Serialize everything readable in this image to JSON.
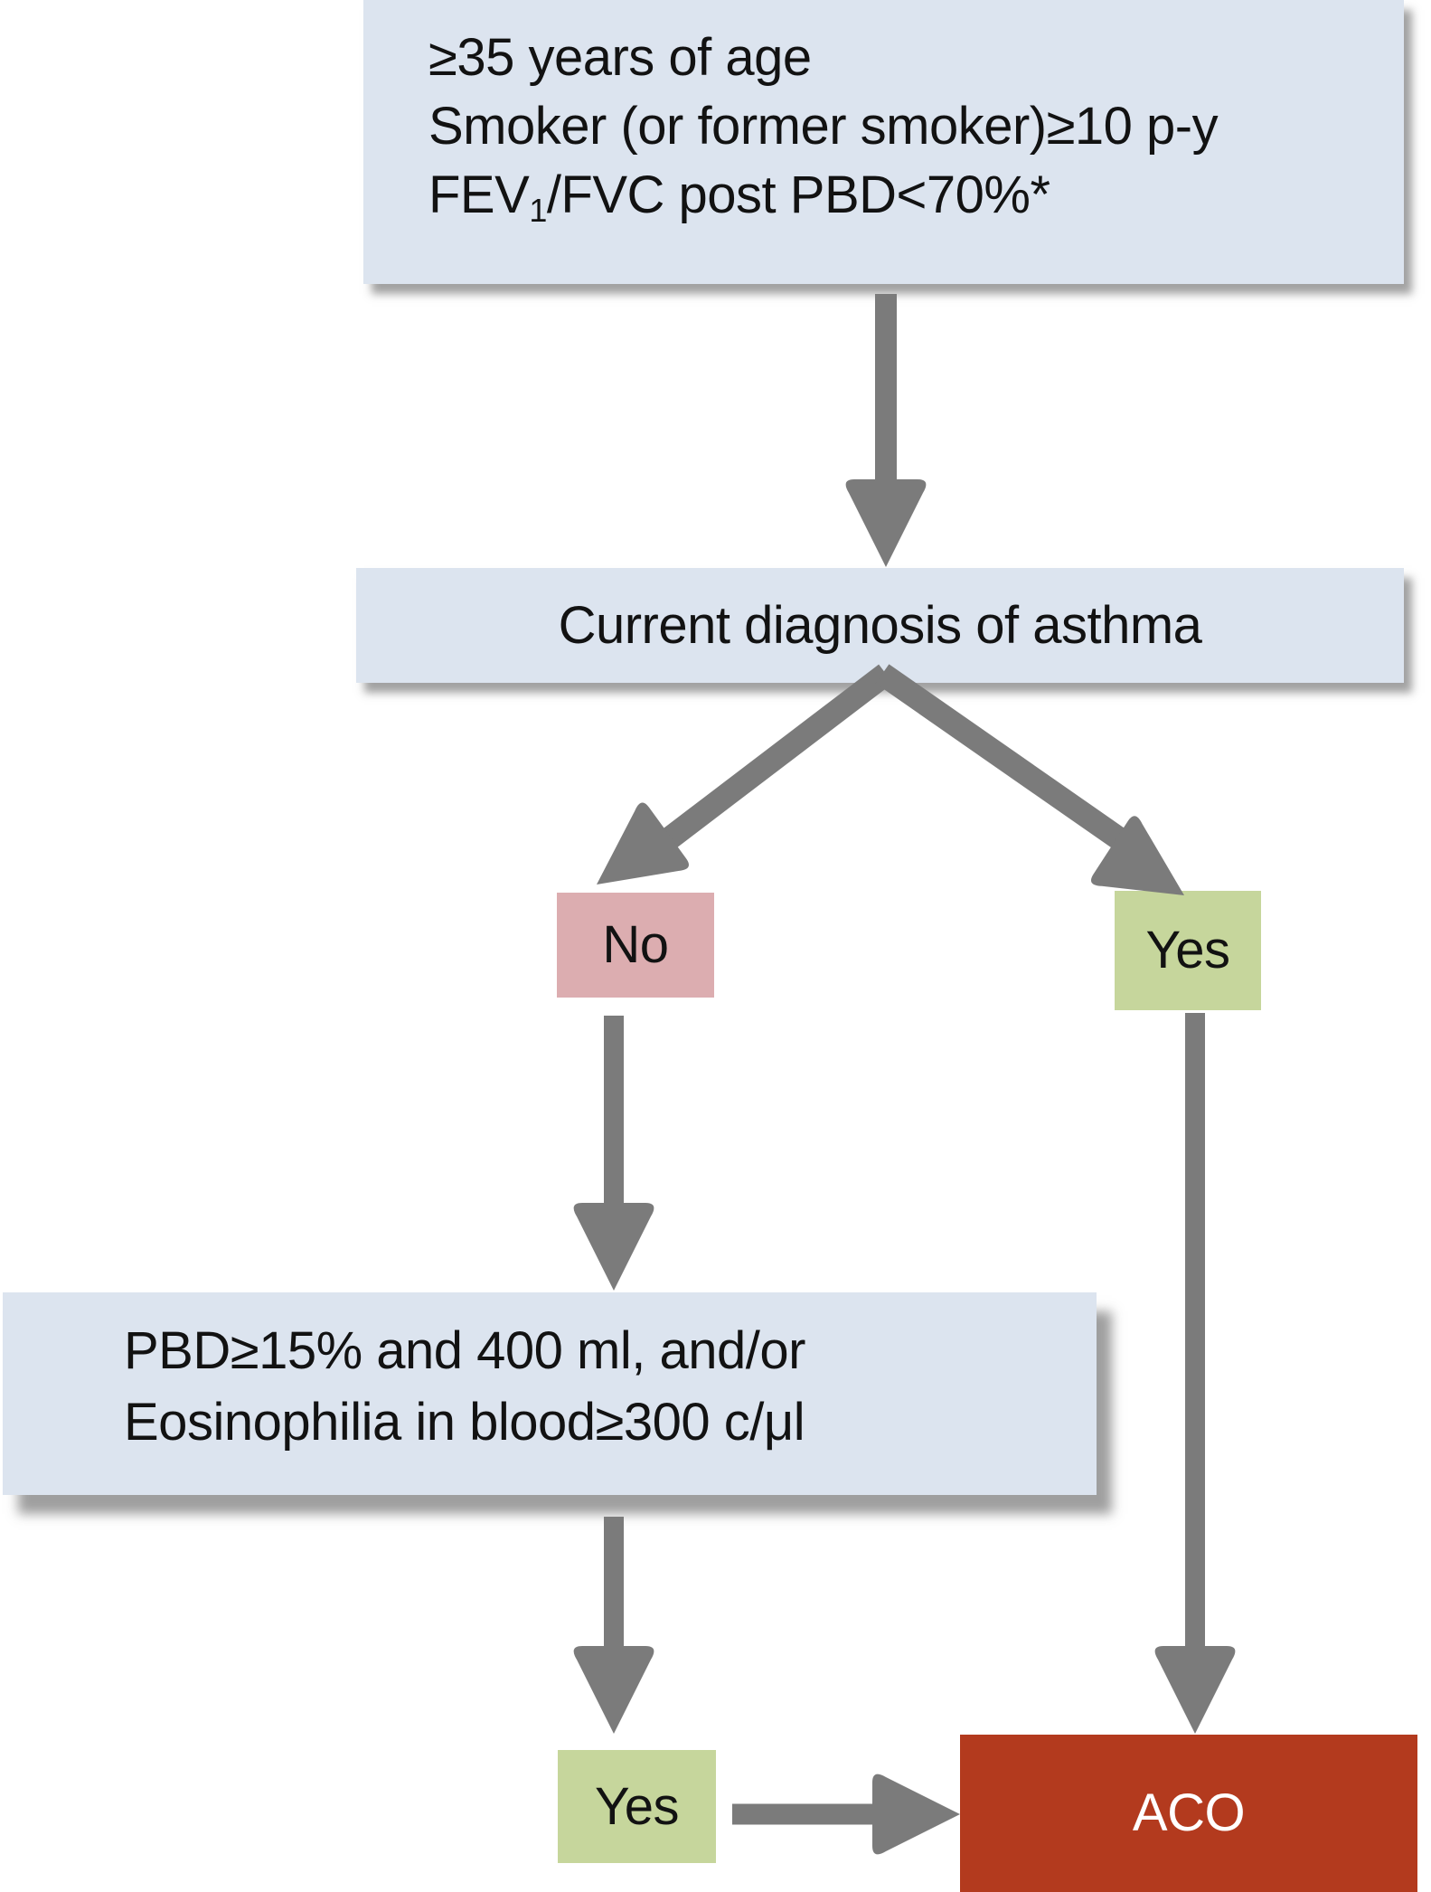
{
  "figure": {
    "type": "flowchart",
    "title": "ACO diagnostic algorithm"
  },
  "colors": {
    "box_blue": "#dce4ef",
    "box_pink": "#dcadb0",
    "box_green": "#c6d69c",
    "box_red": "#b33a1e",
    "arrow_gray": "#7b7b7b",
    "text_dark": "#121212",
    "text_light": "#ffffff"
  },
  "flow": {
    "criteria": {
      "line1": "≥35 years of age",
      "line2": "Smoker (or former smoker)≥10 p-y",
      "line3_pre": "FEV",
      "line3_sub": "1",
      "line3_post": "/FVC post PBD<70%*"
    },
    "asthma": {
      "label": "Current diagnosis of asthma"
    },
    "branch_no": {
      "label": "No"
    },
    "branch_yes": {
      "label": "Yes"
    },
    "pbd": {
      "line1": "PBD≥15% and 400 ml, and/or",
      "line2": "Eosinophilia in blood≥300 c/μl"
    },
    "pbd_yes": {
      "label": "Yes"
    },
    "aco": {
      "label": "ACO"
    }
  }
}
